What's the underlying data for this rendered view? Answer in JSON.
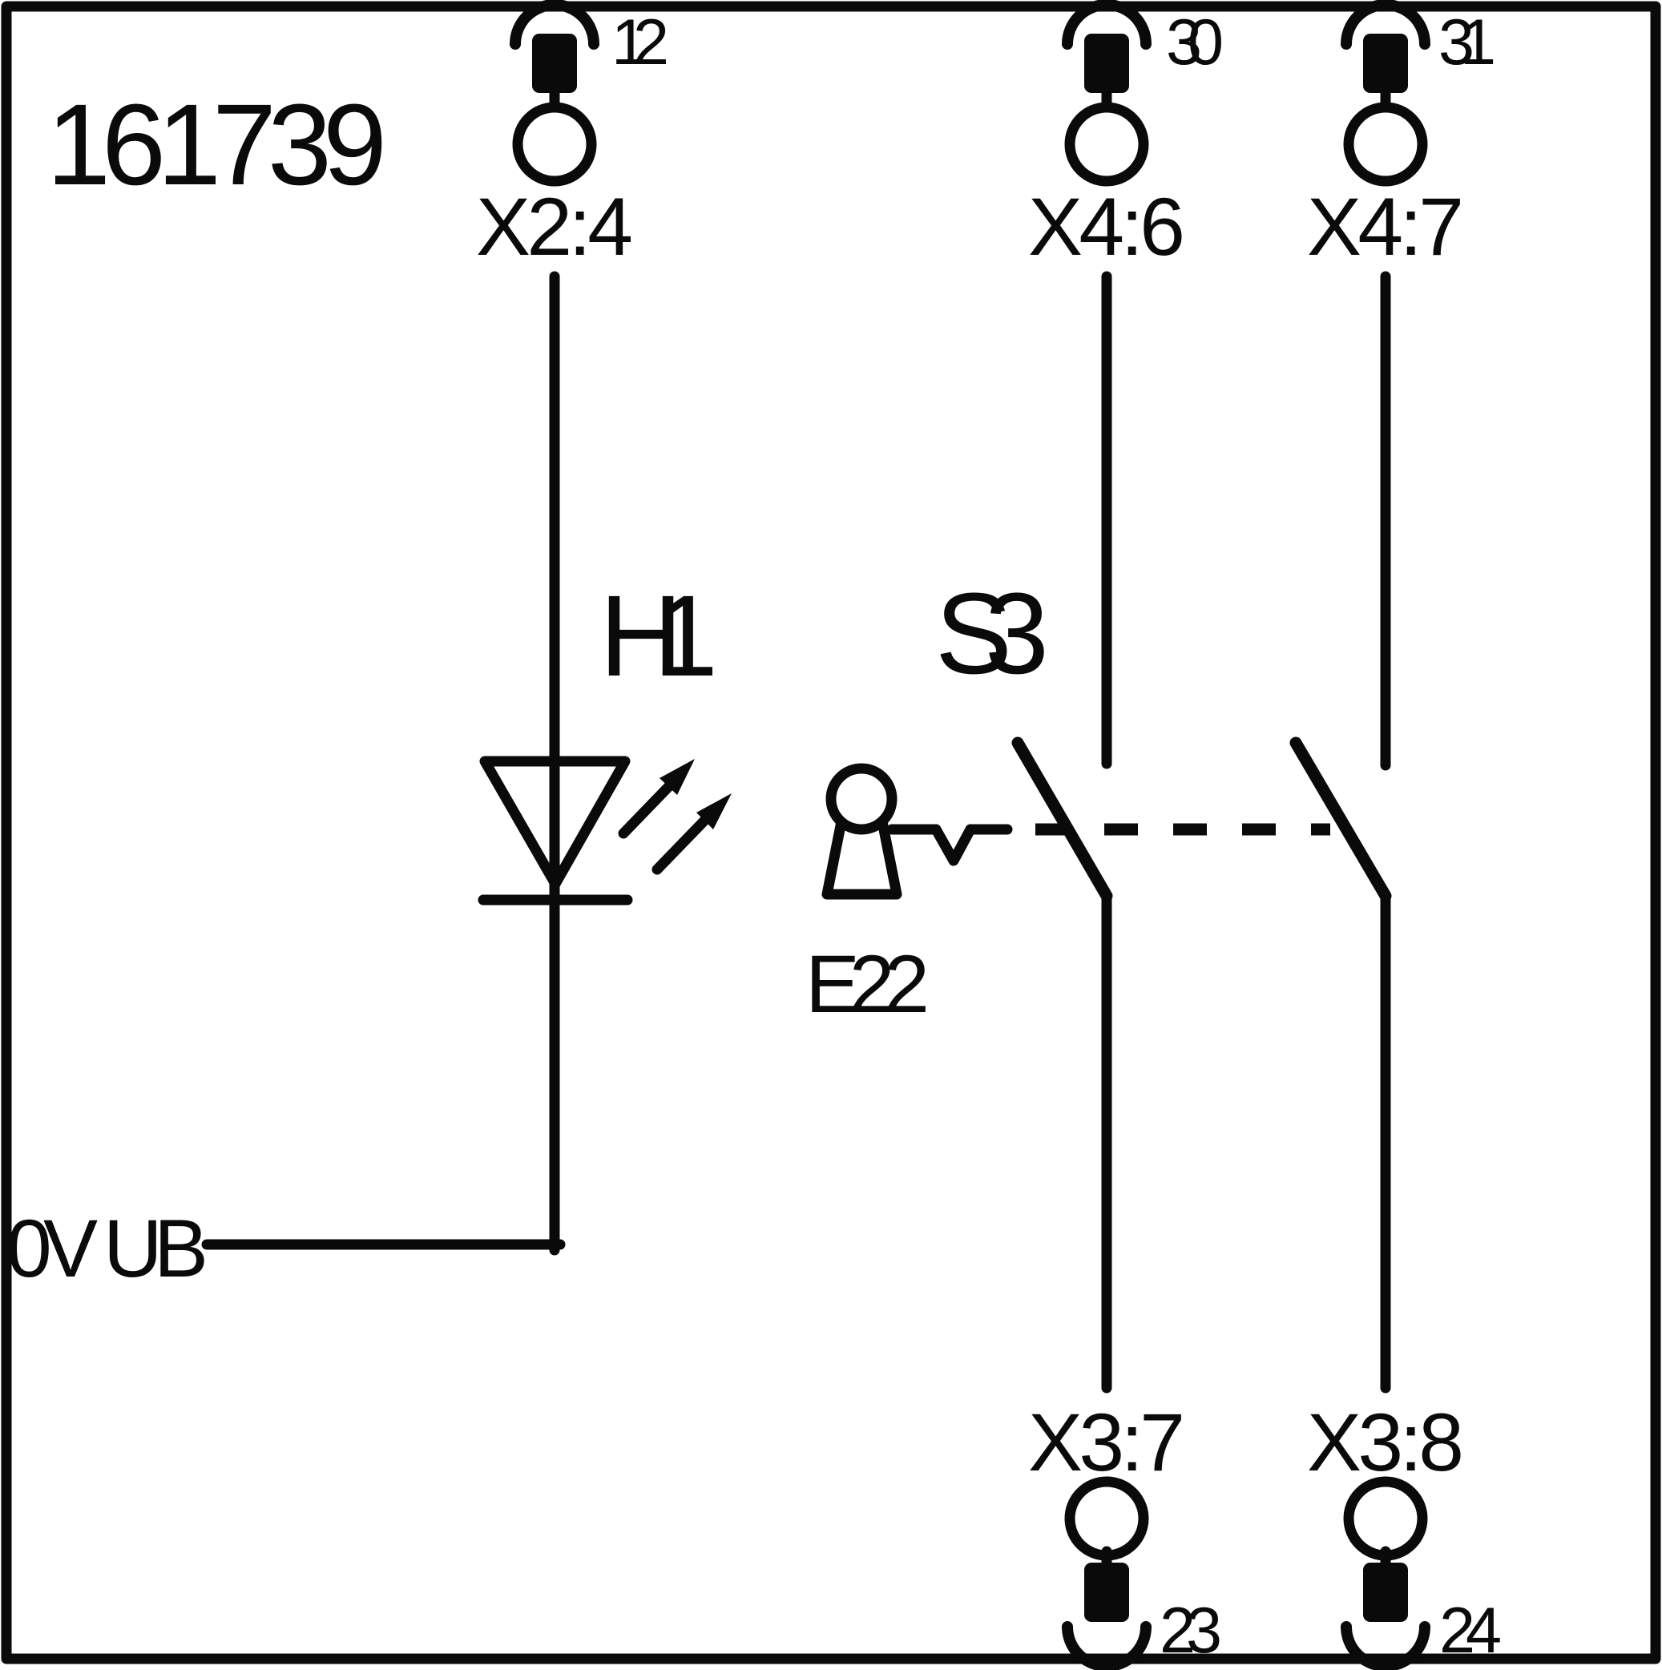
{
  "meta": {
    "drawing_number": "161739",
    "ink_color": "#0a0a0a",
    "bg_color": "#ffffff",
    "diagram_type": "electrical schematic, key-operated switch with indicator LED"
  },
  "components": {
    "led": {
      "ref": "H1"
    },
    "switch": {
      "ref": "S3"
    },
    "key_actuator": {
      "ref": "E22"
    }
  },
  "net_labels": {
    "supply": "0V UB"
  },
  "terminals": {
    "top": [
      {
        "pin": "12",
        "label": "X2:4"
      },
      {
        "pin": "30",
        "label": "X4:6"
      },
      {
        "pin": "31",
        "label": "X4:7"
      }
    ],
    "bottom": [
      {
        "pin": "23",
        "label": "X3:7"
      },
      {
        "pin": "24",
        "label": "X3:8"
      }
    ]
  }
}
